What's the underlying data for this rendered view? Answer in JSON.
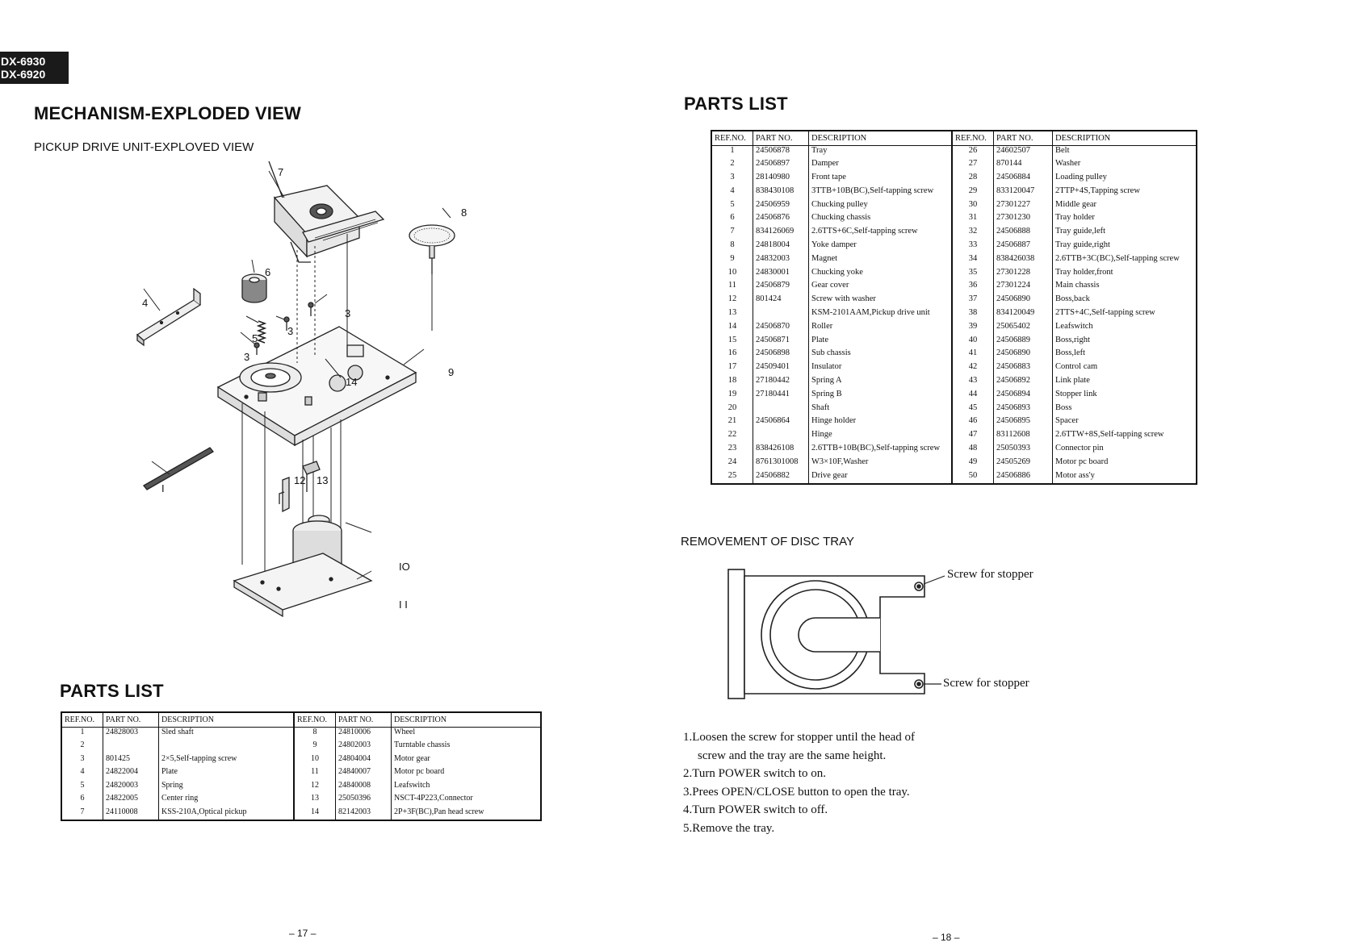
{
  "left_page": {
    "model_tab": [
      "DX-6930",
      "DX-6920"
    ],
    "title": "MECHANISM-EXPLODED VIEW",
    "subtitle": "PICKUP DRIVE UNIT-EXPLOVED VIEW",
    "callouts": [
      "7",
      "8",
      "6",
      "4",
      "3",
      "5",
      "3",
      "3",
      "9",
      "14",
      "12",
      "13",
      "I",
      "IO",
      "I I"
    ],
    "parts_title": "PARTS LIST",
    "headers": [
      "REF.NO.",
      "PART NO.",
      "DESCRIPTION"
    ],
    "rows": [
      {
        "ref": "1",
        "part": "24828003",
        "desc": "Sled shaft",
        "ref2": "8",
        "part2": "24810006",
        "desc2": "Wheel"
      },
      {
        "ref": "2",
        "part": "",
        "desc": "",
        "ref2": "9",
        "part2": "24802003",
        "desc2": "Turntable chassis"
      },
      {
        "ref": "3",
        "part": "801425",
        "desc": "2×5,Self-tapping screw",
        "ref2": "10",
        "part2": "24804004",
        "desc2": "Motor gear"
      },
      {
        "ref": "4",
        "part": "24822004",
        "desc": "Plate",
        "ref2": "11",
        "part2": "24840007",
        "desc2": "Motor pc board"
      },
      {
        "ref": "5",
        "part": "24820003",
        "desc": "Spring",
        "ref2": "12",
        "part2": "24840008",
        "desc2": "Leafswitch"
      },
      {
        "ref": "6",
        "part": "24822005",
        "desc": "Center ring",
        "ref2": "13",
        "part2": "25050396",
        "desc2": "NSCT-4P223,Connector"
      },
      {
        "ref": "7",
        "part": "24110008",
        "desc": "KSS-210A,Optical pickup",
        "ref2": "14",
        "part2": "82142003",
        "desc2": "2P+3F(BC),Pan head screw"
      }
    ],
    "page_number": "– 17 –"
  },
  "right_page": {
    "parts_title": "PARTS LIST",
    "headers": [
      "REF.NO.",
      "PART NO.",
      "DESCRIPTION"
    ],
    "rows": [
      {
        "ref": "1",
        "part": "24506878",
        "desc": "Tray",
        "ref2": "26",
        "part2": "24602507",
        "desc2": "Belt"
      },
      {
        "ref": "2",
        "part": "24506897",
        "desc": "Damper",
        "ref2": "27",
        "part2": "870144",
        "desc2": "Washer"
      },
      {
        "ref": "3",
        "part": "28140980",
        "desc": "Front tape",
        "ref2": "28",
        "part2": "24506884",
        "desc2": "Loading pulley"
      },
      {
        "ref": "4",
        "part": "838430108",
        "desc": "3TTB+10B(BC),Self-tapping screw",
        "ref2": "29",
        "part2": "833120047",
        "desc2": "2TTP+4S,Tapping screw"
      },
      {
        "ref": "5",
        "part": "24506959",
        "desc": "Chucking pulley",
        "ref2": "30",
        "part2": "27301227",
        "desc2": "Middle gear"
      },
      {
        "ref": "6",
        "part": "24506876",
        "desc": "Chucking chassis",
        "ref2": "31",
        "part2": "27301230",
        "desc2": "Tray holder"
      },
      {
        "ref": "7",
        "part": "834126069",
        "desc": "2.6TTS+6C,Self-tapping screw",
        "ref2": "32",
        "part2": "24506888",
        "desc2": "Tray guide,left"
      },
      {
        "ref": "8",
        "part": "24818004",
        "desc": "Yoke damper",
        "ref2": "33",
        "part2": "24506887",
        "desc2": "Tray guide,right"
      },
      {
        "ref": "9",
        "part": "24832003",
        "desc": "Magnet",
        "ref2": "34",
        "part2": "838426038",
        "desc2": "2.6TTB+3C(BC),Self-tapping screw"
      },
      {
        "ref": "10",
        "part": "24830001",
        "desc": "Chucking yoke",
        "ref2": "35",
        "part2": "27301228",
        "desc2": "Tray holder,front"
      },
      {
        "ref": "11",
        "part": "24506879",
        "desc": "Gear cover",
        "ref2": "36",
        "part2": "27301224",
        "desc2": "Main chassis"
      },
      {
        "ref": "12",
        "part": "801424",
        "desc": "Screw with washer",
        "ref2": "37",
        "part2": "24506890",
        "desc2": "Boss,back"
      },
      {
        "ref": "13",
        "part": "",
        "desc": "KSM-2101AAM,Pickup drive unit",
        "ref2": "38",
        "part2": "834120049",
        "desc2": "2TTS+4C,Self-tapping screw"
      },
      {
        "ref": "14",
        "part": "24506870",
        "desc": "Roller",
        "ref2": "39",
        "part2": "25065402",
        "desc2": "Leafswitch"
      },
      {
        "ref": "15",
        "part": "24506871",
        "desc": "Plate",
        "ref2": "40",
        "part2": "24506889",
        "desc2": "Boss,right"
      },
      {
        "ref": "16",
        "part": "24506898",
        "desc": "Sub chassis",
        "ref2": "41",
        "part2": "24506890",
        "desc2": "Boss,left"
      },
      {
        "ref": "17",
        "part": "24509401",
        "desc": "Insulator",
        "ref2": "42",
        "part2": "24506883",
        "desc2": "Control cam"
      },
      {
        "ref": "18",
        "part": "27180442",
        "desc": "Spring A",
        "ref2": "43",
        "part2": "24506892",
        "desc2": "Link plate"
      },
      {
        "ref": "19",
        "part": "27180441",
        "desc": "Spring B",
        "ref2": "44",
        "part2": "24506894",
        "desc2": "Stopper link"
      },
      {
        "ref": "20",
        "part": "",
        "desc": "Shaft",
        "ref2": "45",
        "part2": "24506893",
        "desc2": "Boss"
      },
      {
        "ref": "21",
        "part": "24506864",
        "desc": "Hinge holder",
        "ref2": "46",
        "part2": "24506895",
        "desc2": "Spacer"
      },
      {
        "ref": "22",
        "part": "",
        "desc": "Hinge",
        "ref2": "47",
        "part2": "83112608",
        "desc2": "2.6TTW+8S,Self-tapping screw"
      },
      {
        "ref": "23",
        "part": "838426108",
        "desc": "2.6TTB+10B(BC),Self-tapping screw",
        "ref2": "48",
        "part2": "25050393",
        "desc2": "Connector pin"
      },
      {
        "ref": "24",
        "part": "8761301008",
        "desc": "W3×10F,Washer",
        "ref2": "49",
        "part2": "24505269",
        "desc2": "Motor pc board"
      },
      {
        "ref": "25",
        "part": "24506882",
        "desc": "Drive gear",
        "ref2": "50",
        "part2": "24506886",
        "desc2": "Motor ass'y"
      }
    ],
    "tray_section_title": "REMOVEMENT OF DISC TRAY",
    "tray_labels": [
      "Screw for stopper",
      "Screw for stopper"
    ],
    "steps": [
      "1.Loosen the screw for stopper until the head of",
      "screw and the tray are the same height.",
      "2.Turn POWER switch to on.",
      "3.Prees OPEN/CLOSE button to open the tray.",
      "4.Turn POWER switch to off.",
      "5.Remove the tray."
    ],
    "page_number": "– 18 –"
  }
}
